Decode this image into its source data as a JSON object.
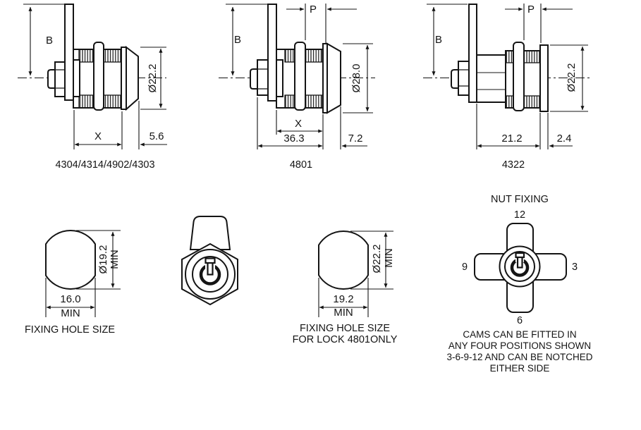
{
  "colors": {
    "line": "#141414",
    "background": "#ffffff"
  },
  "locks": [
    {
      "model": "4304/4314/4902/4303",
      "dim_b": "B",
      "dim_x": "X",
      "dim_front": "5.6",
      "dim_dia": "Ø22.2"
    },
    {
      "model": "4801",
      "dim_b": "B",
      "dim_p": "P",
      "dim_x": "X",
      "dim_len": "36.3",
      "dim_front": "7.2",
      "dim_dia": "Ø28.0"
    },
    {
      "model": "4322",
      "dim_b": "B",
      "dim_p": "P",
      "dim_len": "21.2",
      "dim_front": "2.4",
      "dim_dia": "Ø22.2"
    }
  ],
  "fixing_hole_small": {
    "diameter": "Ø19.2",
    "diameter_min": "MIN",
    "width": "16.0",
    "width_min": "MIN",
    "caption": "FIXING HOLE SIZE"
  },
  "fixing_hole_large": {
    "diameter": "Ø22.2",
    "diameter_min": "MIN",
    "width": "19.2",
    "width_min": "MIN",
    "caption_line1": "FIXING HOLE SIZE",
    "caption_line2": "FOR LOCK 4801ONLY"
  },
  "nut_fixing": {
    "title": "NUT FIXING",
    "pos_12": "12",
    "pos_3": "3",
    "pos_6": "6",
    "pos_9": "9",
    "note_line1": "CAMS CAN BE FITTED IN",
    "note_line2": "ANY FOUR POSITIONS SHOWN",
    "note_line3": "3-6-9-12 AND CAN BE NOTCHED",
    "note_line4": "EITHER SIDE"
  }
}
